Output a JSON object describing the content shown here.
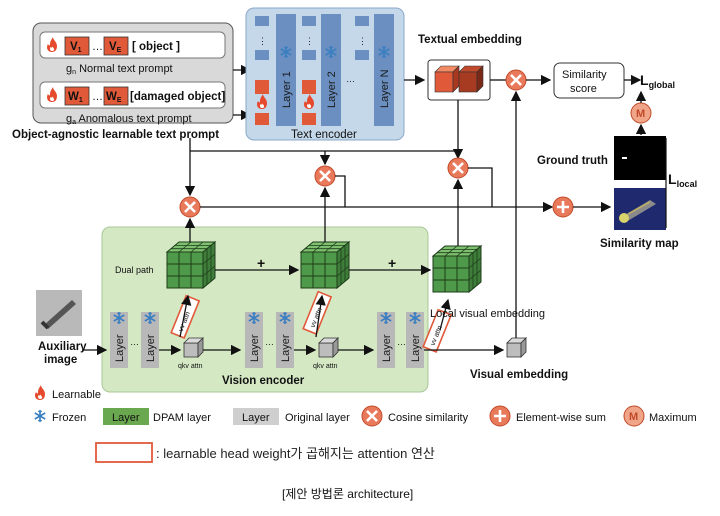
{
  "prompts": {
    "normal_v1": "V",
    "normal_v1_sub": "1",
    "normal_dots": "…",
    "normal_ve": "V",
    "normal_ve_sub": "E",
    "normal_object": "[ object ]",
    "normal_caption_g": "g",
    "normal_caption_sub": "n",
    "normal_caption": " Normal text prompt",
    "anom_w1": "W",
    "anom_w1_sub": "1",
    "anom_dots": "…",
    "anom_we": "W",
    "anom_we_sub": "E",
    "anom_object": "[damaged object]",
    "anom_caption_g": "g",
    "anom_caption_sub": "a",
    "anom_caption": " Anomalous text prompt",
    "title": "Object-agnostic learnable text prompt"
  },
  "text_encoder": {
    "title": "Text encoder",
    "layer1": "Layer 1",
    "layer2": "Layer 2",
    "layerN": "Layer N",
    "dots_vertical": "⋮",
    "dots_horizontal": "…"
  },
  "textual_embedding": "Textual embedding",
  "similarity_score": [
    "Similarity",
    "score"
  ],
  "l_global": "L",
  "l_global_sub": "global",
  "l_local": "L",
  "l_local_sub": "local",
  "ground_truth": "Ground truth",
  "similarity_map": "Similarity map",
  "vision": {
    "title": "Vision encoder",
    "dual_path": "Dual path",
    "plus1": "+",
    "plus2": "+",
    "vv_attn": "vv attn",
    "qkv_attn": "qkv attn",
    "layer": "Layer",
    "dots": "…",
    "local_visual_embedding": "Local visual embedding",
    "visual_embedding": "Visual embedding"
  },
  "auxiliary": [
    "Auxiliary",
    "image"
  ],
  "legend": {
    "learnable": "Learnable",
    "frozen": "Frozen",
    "dpam_layer_box": "Layer",
    "dpam_layer": "DPAM layer",
    "orig_layer_box": "Layer",
    "orig_layer": "Original layer",
    "cosine": "Cosine similarity",
    "elementwise": "Element-wise sum",
    "maximum": "Maximum",
    "maximum_symbol": "M"
  },
  "note": ": learnable head weight가 곱해지는 attention 연산",
  "caption": "[제안 방법론 architecture]",
  "colors": {
    "red": "#e8683c",
    "green": "#6aa84f",
    "panel_green": "#d5e8c4",
    "panel_blue": "#c4d8ea",
    "layer_blue": "#6a8fc0",
    "box_red": "#e05a3a"
  }
}
